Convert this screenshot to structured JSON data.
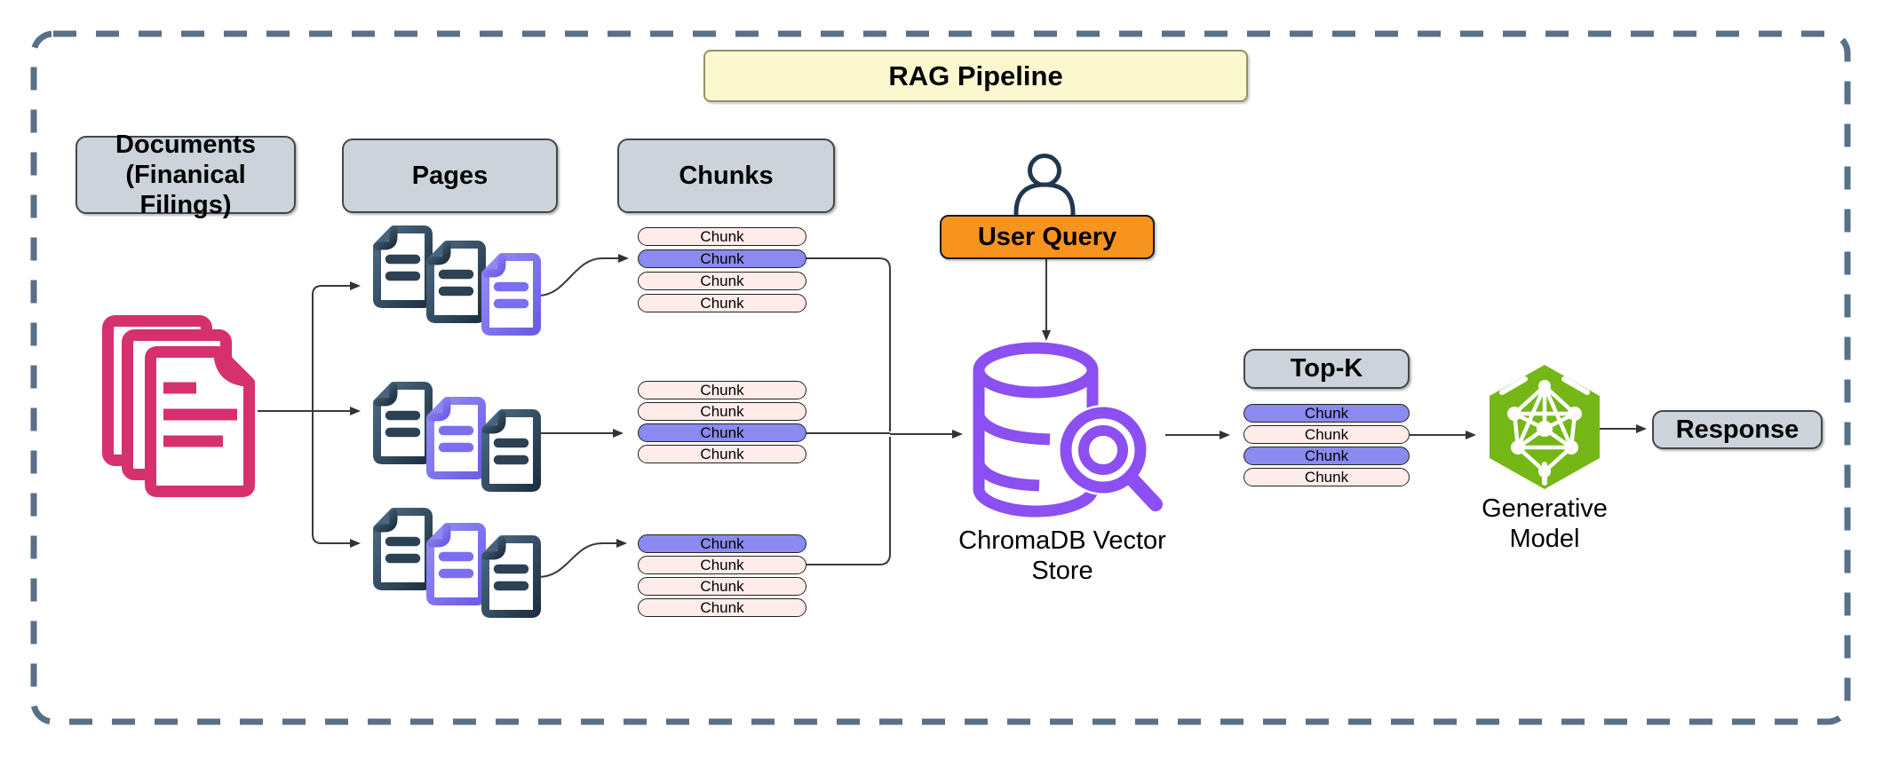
{
  "diagram_title": "RAG Pipeline",
  "headers": {
    "documents_line1": "Documents",
    "documents_line2": "(Finanical Filings)",
    "pages": "Pages",
    "chunks": "Chunks"
  },
  "labels": {
    "chunk": "Chunk",
    "user_query": "User Query",
    "top_k": "Top-K",
    "vector_store_line1": "ChromaDB Vector",
    "vector_store_line2": "Store",
    "generative_line1": "Generative",
    "generative_line2": "Model",
    "response": "Response"
  },
  "page_groups": [
    {
      "icon_colors": [
        "dark",
        "dark",
        "purple"
      ]
    },
    {
      "icon_colors": [
        "dark",
        "purple",
        "dark"
      ]
    },
    {
      "icon_colors": [
        "dark",
        "purple",
        "dark"
      ]
    }
  ],
  "chunk_groups": [
    {
      "pill_count": 4,
      "highlighted_pill_index": 1
    },
    {
      "pill_count": 4,
      "highlighted_pill_index": 2
    },
    {
      "pill_count": 4,
      "highlighted_pill_index": 0
    }
  ],
  "top_k_pills": {
    "count": 4,
    "highlighted_indices": [
      0,
      2
    ]
  },
  "icons": {
    "documents": "document-stack-icon",
    "page": "page-icon",
    "user": "person-icon",
    "vector_store": "database-search-icon",
    "generative_model": "neural-network-hexagon-icon"
  },
  "colors": {
    "frame_dash": "#5a7089",
    "title_bg": "#fbf8d0",
    "header_bg": "#ccd3da",
    "chunk_default": "#fdecea",
    "chunk_highlight": "#8a8af0",
    "doc_stack_pink": "#d6306f",
    "page_dark": "#2e4456",
    "page_purple": "#7b6ff0",
    "user_query_bg": "#f7941f",
    "vector_store_purple": "#8b4ff2",
    "model_green": "#75b717"
  }
}
